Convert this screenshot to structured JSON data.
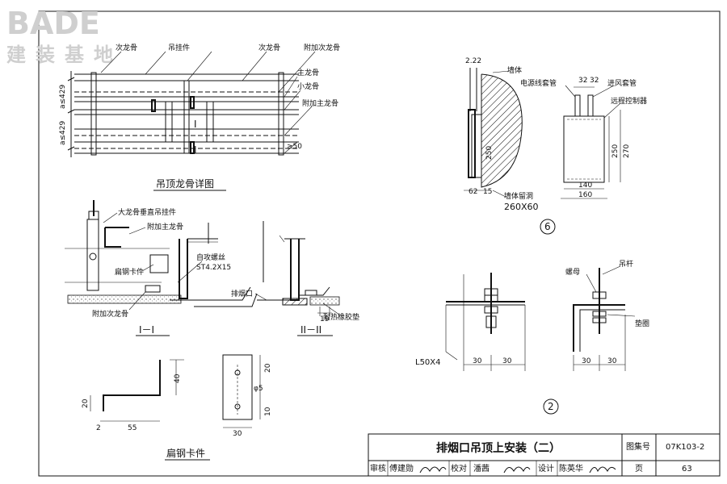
{
  "logo": {
    "brand": "BADE",
    "subtitle": "建装基地"
  },
  "keel_detail": {
    "caption": "吊顶龙骨详图",
    "labels": [
      "次龙骨",
      "吊挂件",
      "次龙骨",
      "附加次龙骨",
      "主龙骨",
      "小龙骨",
      "附加主龙骨"
    ],
    "dims": [
      "a≤429",
      "a≤429",
      "≥50"
    ],
    "section_marks": [
      "I",
      "I"
    ]
  },
  "section_11": {
    "caption": "I－I",
    "labels": [
      "大龙骨垂直吊挂件",
      "附加主龙骨",
      "扁钢卡件",
      "附加次龙骨",
      "自攻螺丝",
      "ST4.2X15"
    ]
  },
  "section_22": {
    "caption": "II－II",
    "labels": [
      "排烟口",
      "耐热橡胶垫"
    ],
    "dims": [
      "19"
    ]
  },
  "clip": {
    "caption": "扁钢卡件",
    "dims": [
      "40",
      "20",
      "2",
      "55",
      "20",
      "10",
      "30"
    ],
    "hole_label": "φ5"
  },
  "detail6": {
    "number": "6",
    "labels": [
      "墙体",
      "电源线套管",
      "进风套管",
      "远程控制器",
      "墙体留洞",
      "260X60"
    ],
    "dims": [
      "2.22",
      "32",
      "32",
      "250",
      "62",
      "15",
      "250",
      "270",
      "140",
      "160"
    ]
  },
  "detail2": {
    "number": "2",
    "labels": [
      "螺母",
      "吊杆",
      "垫圈",
      "L50X4"
    ],
    "dims": [
      "30",
      "30",
      "30",
      "30"
    ]
  },
  "title_block": {
    "title": "排烟口吊顶上安装（二）",
    "atlas_label": "图集号",
    "atlas_no": "07K103-2",
    "page_label": "页",
    "page_no": "63",
    "review": "审核",
    "reviewer": "傅建勋",
    "check": "校对",
    "checker": "潘茜",
    "design": "设计",
    "designer": "陈英华"
  }
}
